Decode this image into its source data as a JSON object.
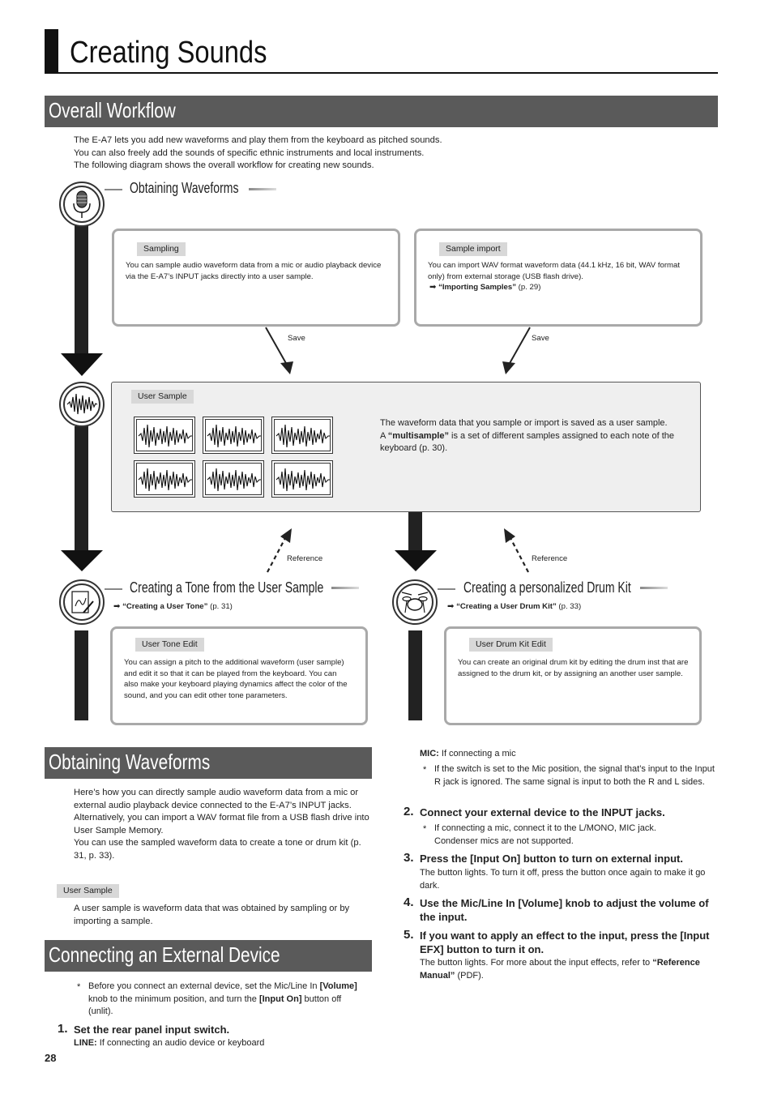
{
  "page_title": "Creating Sounds",
  "workflow": {
    "heading": "Overall Workflow",
    "intro": [
      "The E-A7 lets you add new waveforms and play them from the keyboard as pitched sounds.",
      "You can also freely add the sounds of specific ethnic instruments and local instruments.",
      "The following diagram shows the overall workflow for creating new sounds."
    ],
    "obtaining_title": "Obtaining Waveforms",
    "sampling": {
      "tag": "Sampling",
      "text": "You can sample audio waveform data from a mic or audio playback device via the E-A7’s INPUT jacks directly into a user sample."
    },
    "sample_import": {
      "tag": "Sample import",
      "text": "You can import WAV format waveform data (44.1 kHz, 16 bit, WAV format only) from external storage (USB flash drive).",
      "ref_bold": "“Importing Samples”",
      "ref_page": " (p. 29)"
    },
    "save_left": "Save",
    "save_right": "Save",
    "user_sample": {
      "tag": "User Sample",
      "text1": "The waveform data that you sample or import is saved as a user sample.",
      "text2_pre": "A ",
      "text2_bold": "“multisample”",
      "text2_post": " is a set of different samples assigned to each note of the keyboard (p. 30)."
    },
    "reference_left": "Reference",
    "reference_right": "Reference",
    "tone": {
      "title": "Creating a Tone from the User Sample",
      "ref_bold": "“Creating a User Tone”",
      "ref_page": " (p. 31)",
      "tag": "User Tone Edit",
      "text": "You can assign a pitch to the additional waveform (user sample) and edit it so that it can be played from the keyboard. You can also make your keyboard playing dynamics affect the color of the sound, and you can edit other tone parameters."
    },
    "drum": {
      "title": "Creating a personalized Drum Kit",
      "ref_bold": "“Creating a User Drum Kit”",
      "ref_page": " (p. 33)",
      "tag": "User Drum Kit Edit",
      "text": "You can create an original drum kit by editing the drum inst that are assigned to the drum kit, or by assigning an another user sample."
    }
  },
  "obtaining": {
    "heading": "Obtaining Waveforms",
    "p1": "Here’s how you can directly sample audio waveform data from a mic or external audio playback device connected to the E-A7’s INPUT jacks.",
    "p2": "Alternatively, you can import a WAV format file from a USB flash drive into User Sample Memory.",
    "p3": "You can use the sampled waveform data to create a tone or drum kit (p. 31, p. 33).",
    "tag": "User Sample",
    "p4": "A user sample is waveform data that was obtained by sampling or by importing a sample."
  },
  "connecting": {
    "heading": "Connecting an External Device",
    "note_pre": "Before you connect an external device, set the Mic/Line In ",
    "note_b1": "[Volume]",
    "note_mid": " knob to the minimum position, and turn the ",
    "note_b2": "[Input On]",
    "note_post": " button off (unlit).",
    "step1_num": "1.",
    "step1": "Set the rear panel input switch.",
    "line_label": "LINE:",
    "line_text": " If connecting an audio device or keyboard",
    "mic_label": "MIC:",
    "mic_text": " If connecting a mic",
    "mic_note": "If the switch is set to the Mic position, the signal that’s input to the Input R jack is ignored. The same signal is input to both the R and L sides.",
    "step2_num": "2.",
    "step2": "Connect your external device to the INPUT jacks.",
    "step2_note": "If connecting a mic, connect it to the L/MONO, MIC jack. Condenser mics are not supported.",
    "step3_num": "3.",
    "step3_pre": "Press the [",
    "step3_b": "Input On",
    "step3_post": "] button to turn on external input.",
    "step3_text": "The button lights. To turn it off, press the button once again to make it go dark.",
    "step4_num": "4.",
    "step4_pre": "Use the Mic/Line In [",
    "step4_b": "Volume",
    "step4_post": "] knob to adjust the volume of the input.",
    "step5_num": "5.",
    "step5_pre": "If you want to apply an effect to the input, press the [",
    "step5_b": "Input EFX",
    "step5_post": "] button to turn it on.",
    "step5_text_pre": "The button lights. For more about the input effects, refer to ",
    "step5_text_bold": "“Reference Manual”",
    "step5_text_post": " (PDF).",
    "asterisk": "*",
    "arrow": "➡"
  },
  "page_number": "28",
  "icons": {
    "mic": "microphone-icon",
    "wave": "waveform-icon",
    "tone": "tone-edit-icon",
    "drum": "drum-kit-icon"
  }
}
